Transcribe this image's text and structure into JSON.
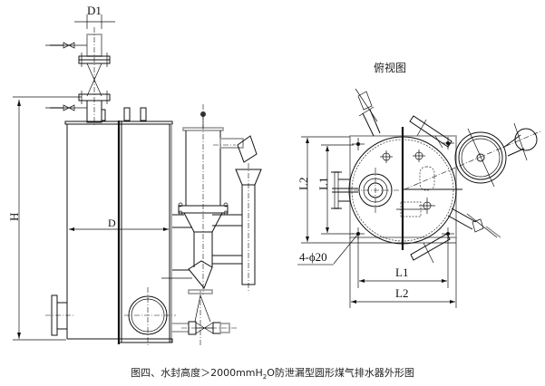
{
  "drawing": {
    "front_view": {
      "labels": {
        "pipe_diameter": "D1",
        "height": "H",
        "vessel_diameter": "D"
      }
    },
    "top_view": {
      "title": "俯视图",
      "labels": {
        "length_outer_vertical": "L2",
        "length_inner_vertical": "L1",
        "length_inner_horizontal": "L1",
        "length_outer_horizontal": "L2",
        "bolt_holes": "4-ϕ20"
      }
    },
    "caption": {
      "prefix": "图四、水封高度＞2000mmH",
      "subscript": "2",
      "suffix": "O防泄漏型圆形煤气排水器外形图"
    }
  }
}
